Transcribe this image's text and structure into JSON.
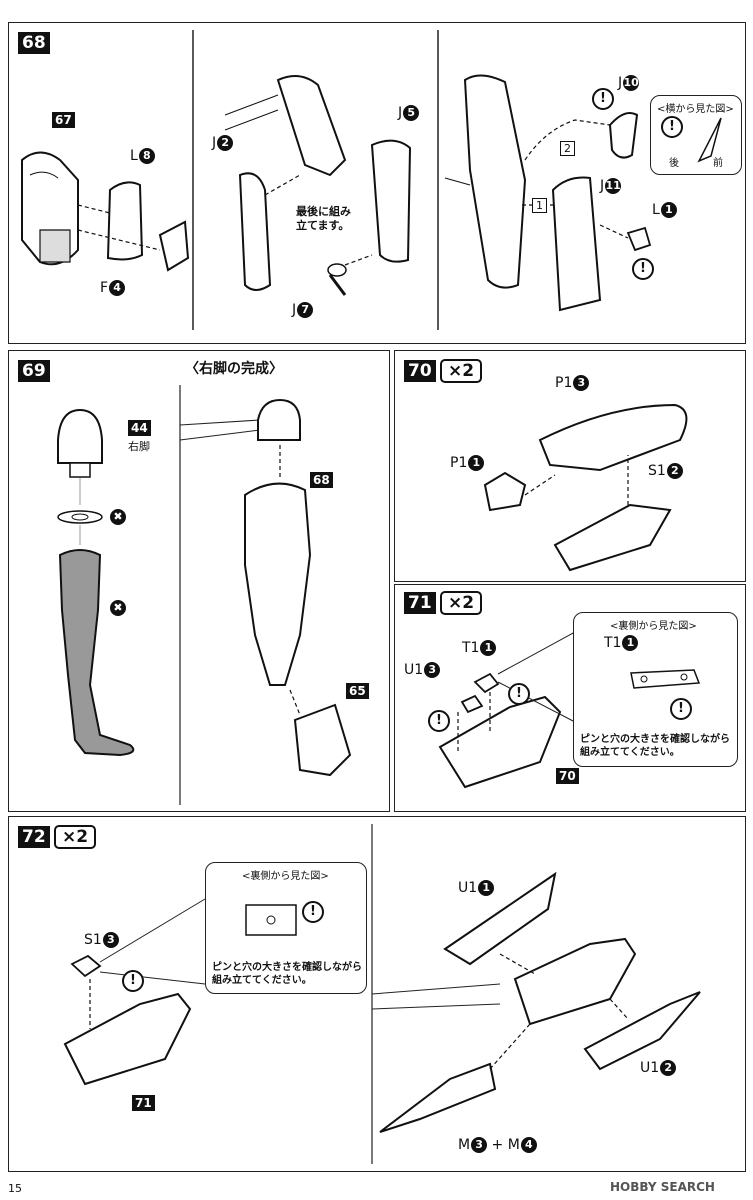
{
  "page_number": "15",
  "watermark": "HOBBY SEARCH",
  "steps": {
    "s68": {
      "number": "68",
      "ref_67": "67",
      "labels": {
        "L8": "L",
        "L8n": "8",
        "F4": "F",
        "F4n": "4",
        "J2": "J",
        "J2n": "2",
        "J5": "J",
        "J5n": "5",
        "J7": "J",
        "J7n": "7",
        "J10": "J",
        "J10n": "10",
        "J11": "J",
        "J11n": "11",
        "L1": "L",
        "L1n": "1"
      },
      "note_last": "最後に組み\n立てます。",
      "side_view_title": "<横から見た図>",
      "side_back": "後",
      "side_front": "前",
      "order_1": "1",
      "order_2": "2"
    },
    "s69": {
      "number": "69",
      "ref_44": "44",
      "right_leg": "右脚",
      "complete_title": "〈右脚の完成〉",
      "ref_68": "68",
      "ref_65": "65"
    },
    "s70": {
      "number": "70",
      "multiplier": "×2",
      "P13": "P1",
      "P13n": "3",
      "P11": "P1",
      "P11n": "1",
      "S12": "S1",
      "S12n": "2"
    },
    "s71": {
      "number": "71",
      "multiplier": "×2",
      "T11": "T1",
      "T11n": "1",
      "U13": "U1",
      "U13n": "3",
      "ref_70": "70",
      "back_view_title": "<裏側から見た図>",
      "callout_T": "T1",
      "callout_Tn": "1",
      "note": "ピンと穴の大きさを確認しながら\n組み立ててください。"
    },
    "s72": {
      "number": "72",
      "multiplier": "×2",
      "S13": "S1",
      "S13n": "3",
      "ref_71": "71",
      "back_view_title": "<裏側から見た図>",
      "note": "ピンと穴の大きさを確認しながら\n組み立ててください。",
      "U11": "U1",
      "U11n": "1",
      "U12": "U1",
      "U12n": "2",
      "M3": "M",
      "M3n": "3",
      "plus": "+",
      "M4": "M",
      "M4n": "4"
    }
  },
  "warn_symbol": "!",
  "x_symbol": "✖"
}
